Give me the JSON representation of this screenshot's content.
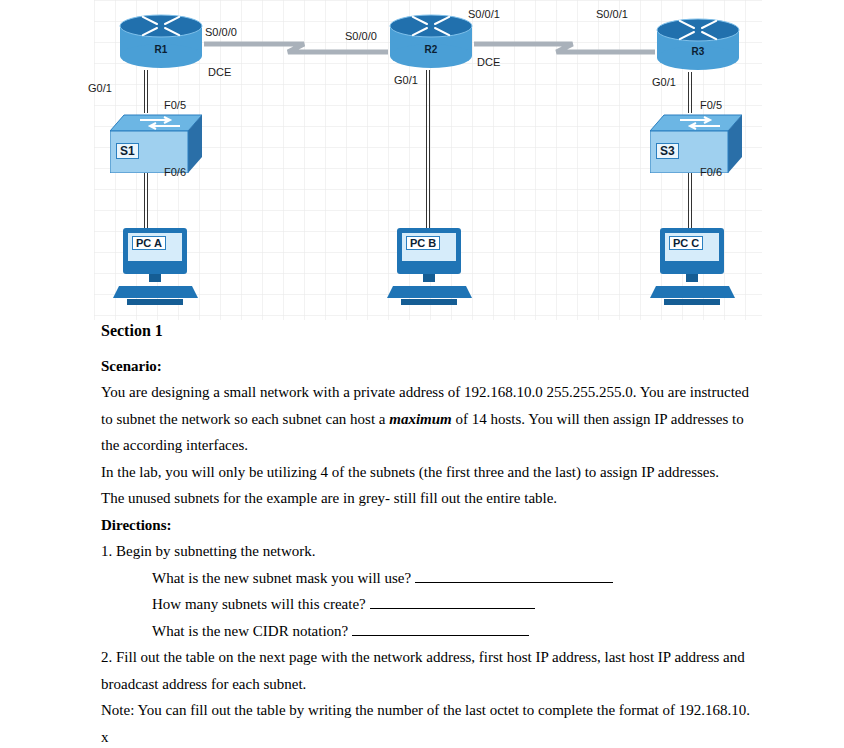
{
  "diagram": {
    "nodes": [
      {
        "text": [
          "R1"
        ]
      },
      {
        "text": [
          "R2"
        ]
      },
      {
        "text": [
          "R3"
        ]
      },
      {
        "text": [
          "S1"
        ]
      },
      {
        "text": [
          "S3"
        ]
      },
      {
        "text": [
          "PC A"
        ]
      },
      {
        "text": [
          "PC B"
        ]
      },
      {
        "text": [
          "PC C"
        ]
      }
    ],
    "edges": [
      {
        "from": 0,
        "to": 1,
        "arrow": "none"
      },
      {
        "from": 1,
        "to": 2,
        "arrow": "none"
      },
      {
        "from": 0,
        "to": 3,
        "arrow": "none"
      },
      {
        "from": 3,
        "to": 5,
        "arrow": "none"
      },
      {
        "from": 1,
        "to": 6,
        "arrow": "none"
      },
      {
        "from": 2,
        "to": 4,
        "arrow": "none"
      },
      {
        "from": 4,
        "to": 7,
        "arrow": "none"
      }
    ],
    "labels": [
      "S0/0/0",
      "DCE",
      "G0/1",
      "F0/5",
      "F0/6",
      "S0/0/0",
      "G0/1",
      "S0/0/1",
      "DCE",
      "S0/0/1",
      "G0/1",
      "F0/5",
      "F0/6",
      "Section 1",
      "Scenario:",
      "You are designing a small network with a private address of 192.168.10.0 255.255.255.0. You are instructed to subnet the network so each subnet can host a",
      "maximum",
      "of 14 hosts. You will then assign IP addresses to the according interfaces.",
      "In the lab, you will only be utilizing 4 of the subnets (the first three and the last) to assign IP addresses.",
      "The unused subnets for the example are in grey- still fill out the entire table.",
      "Directions:",
      "1. Begin by subnetting the network.",
      "What is the new subnet mask you will use?",
      "How many subnets will this create?",
      "What is the new CIDR notation?",
      "2. Fill out the table on the next page with the network address, first host IP address, last host IP address and broadcast address for each subnet.",
      "Note: You can fill out the table by writing the number of the last octet to complete the format of 192.168.10. x"
    ]
  }
}
